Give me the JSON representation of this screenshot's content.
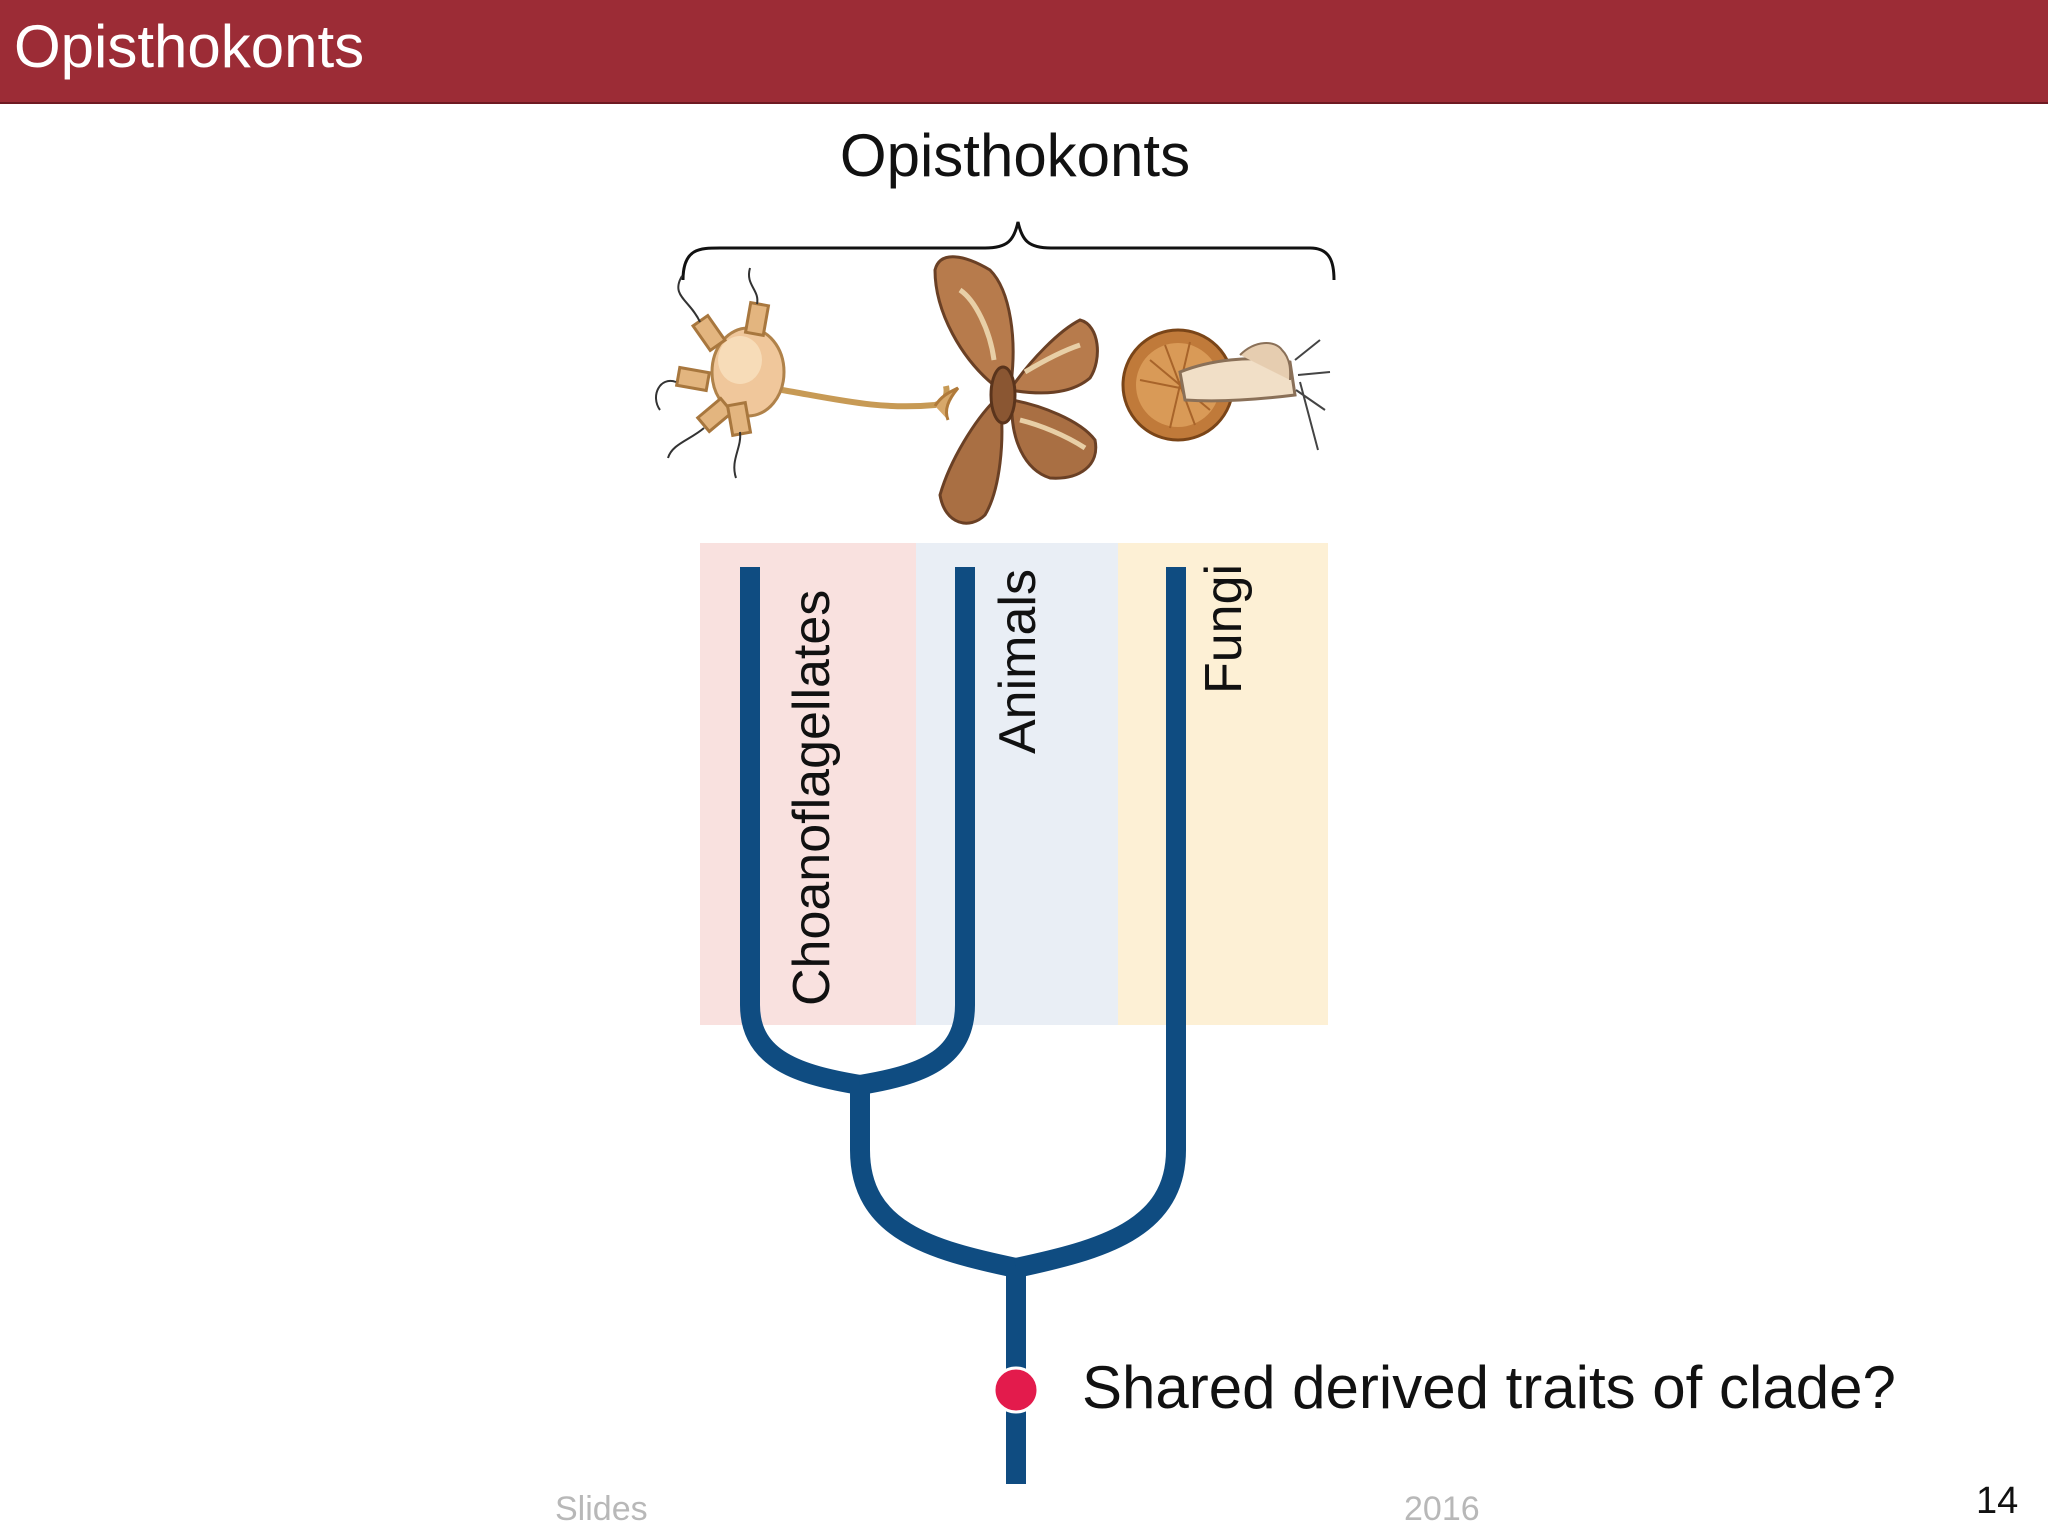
{
  "slide": {
    "title": "Opisthokonts",
    "page_number": "14"
  },
  "diagram": {
    "clade_label": "Opisthokonts",
    "taxa": [
      "Choanoflagellates",
      "Animals",
      "Fungi"
    ],
    "question": "Shared derived traits of clade?",
    "colors": {
      "branch": "#0f4c81",
      "marker": "#e31b4c",
      "band_choanoflagellates": "#f9e1df",
      "band_animals": "#e9eef5",
      "band_fungi": "#fdf0d5"
    }
  },
  "footer": {
    "left": "Slides",
    "right": "2016"
  }
}
